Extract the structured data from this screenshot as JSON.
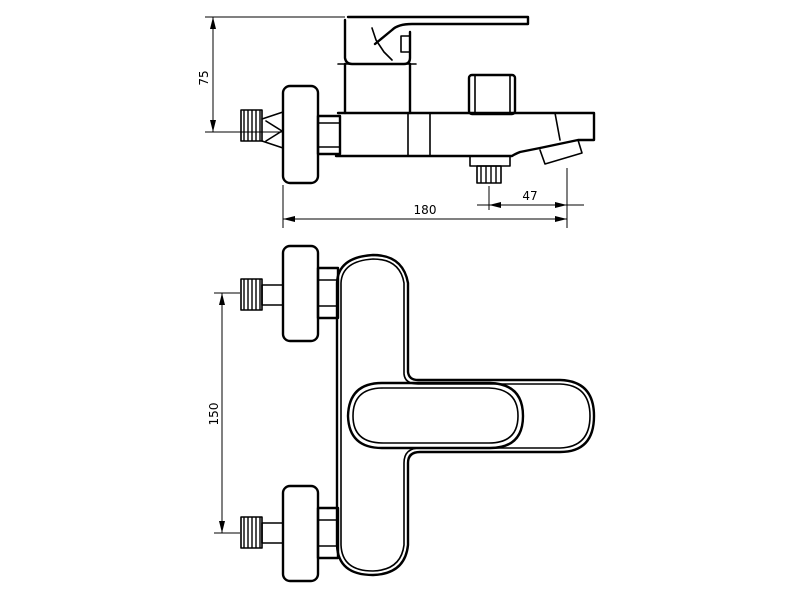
{
  "dimensions": {
    "height_top": "75",
    "length_total": "180",
    "spout_offset": "47",
    "inlet_spacing": "150"
  },
  "colors": {
    "line": "#000000",
    "background": "#ffffff"
  }
}
